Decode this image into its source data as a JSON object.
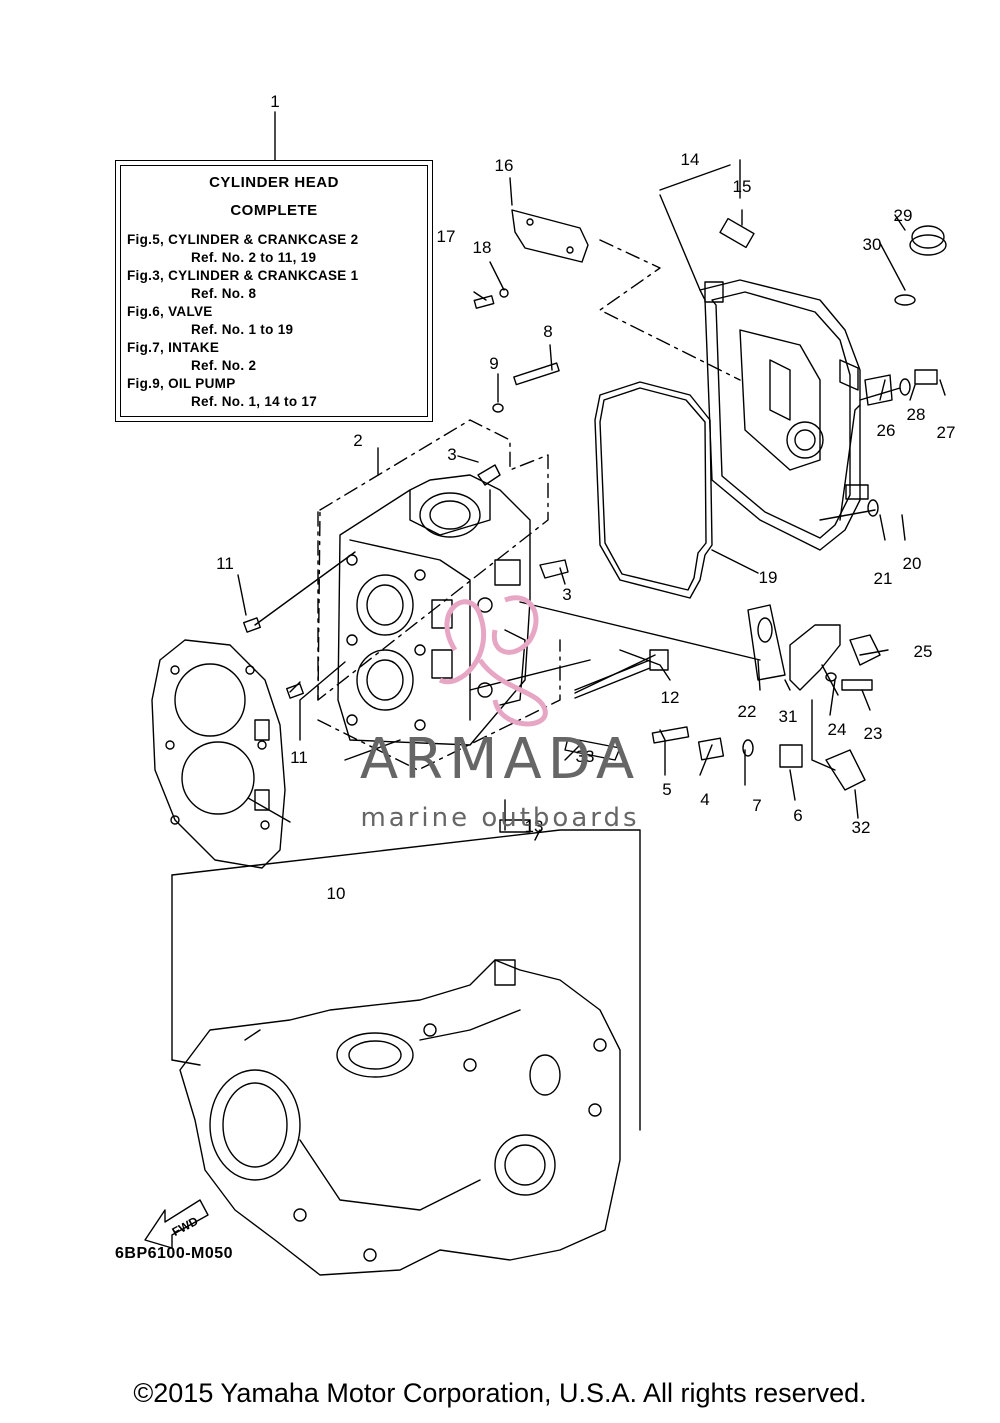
{
  "legend": {
    "title1": "CYLINDER  HEAD",
    "title2": "COMPLETE",
    "lines": [
      "Fig.5, CYLINDER & CRANKCASE 2",
      "Ref. No. 2 to 11, 19",
      "Fig.3, CYLINDER & CRANKCASE 1",
      "Ref. No. 8",
      "Fig.6, VALVE",
      "Ref. No. 1 to 19",
      "Fig.7, INTAKE",
      "Ref. No. 2",
      "Fig.9, OIL PUMP",
      "Ref. No. 1, 14 to 17"
    ]
  },
  "callouts": [
    "1",
    "2",
    "3",
    "3",
    "4",
    "5",
    "6",
    "7",
    "8",
    "9",
    "10",
    "11",
    "11",
    "12",
    "13",
    "14",
    "15",
    "16",
    "17",
    "18",
    "19",
    "20",
    "21",
    "22",
    "23",
    "24",
    "25",
    "26",
    "27",
    "28",
    "29",
    "30",
    "31",
    "32",
    "33"
  ],
  "fwd_label": "FWD",
  "diagram_code": "6BP6100-M050",
  "watermark": {
    "brand": "ARMADA",
    "tagline": "marine outboards",
    "color": "#e7a6c4"
  },
  "copyright": "©2015 Yamaha Motor Corporation, U.S.A. All rights reserved."
}
